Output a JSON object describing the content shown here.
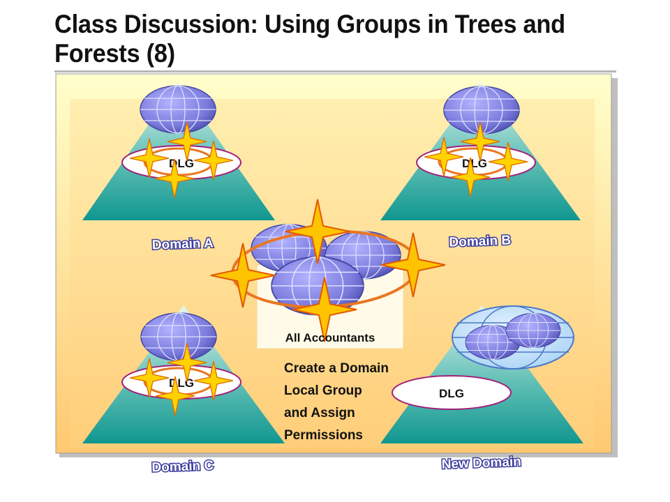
{
  "title": "Class Discussion: Using Groups in Trees and Forests (8)",
  "domains": [
    {
      "name": "Domain A",
      "group": "DLG"
    },
    {
      "name": "Domain B",
      "group": "DLG"
    },
    {
      "name": "Domain C",
      "group": "DLG"
    },
    {
      "name": "New Domain",
      "group": "DLG"
    }
  ],
  "global_group": "All Accountants",
  "callout": [
    "Create a Domain",
    "Local Group",
    "and Assign",
    "Permissions"
  ],
  "colors": {
    "panel_top": "#ffffcc",
    "panel_bottom": "#ffc870",
    "triangle_top": "#dff3f0",
    "triangle_bottom": "#159c94",
    "globe": "#8a8ae6",
    "ring": "#e87722",
    "star": "#ffcc00",
    "ellipse_border": "#a0207a"
  }
}
